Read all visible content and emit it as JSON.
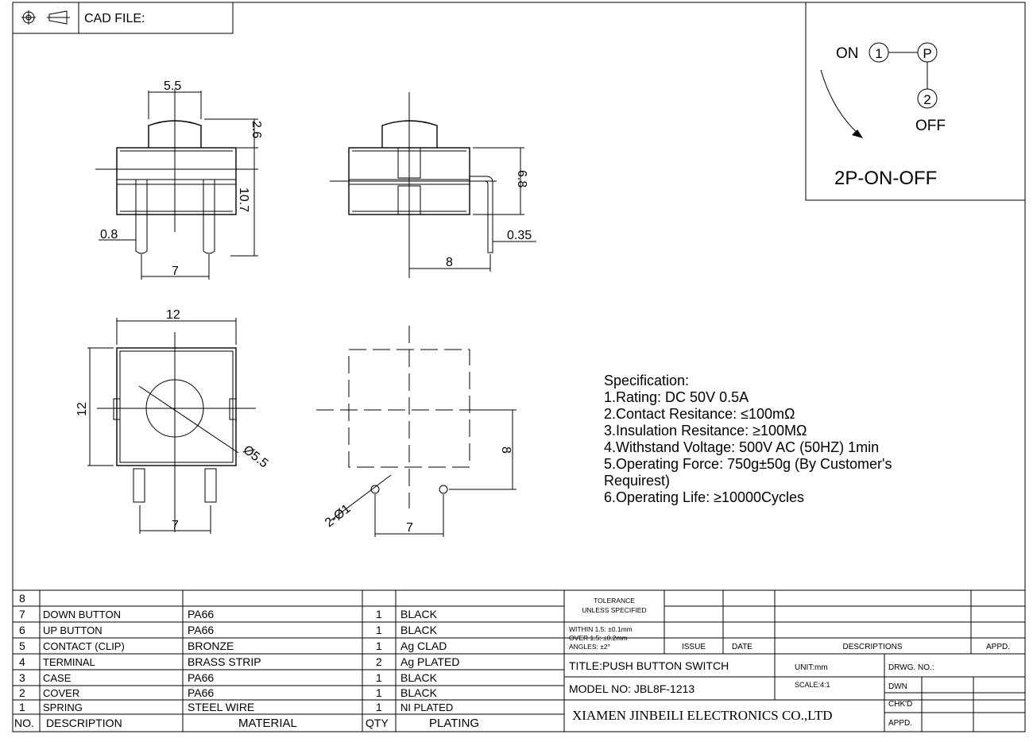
{
  "header": {
    "symbol_label": "CAD FILE:"
  },
  "schematic": {
    "on_label": "ON",
    "pin1": "1",
    "pinP": "P",
    "pin2": "2",
    "off_label": "OFF",
    "type_label": "2P-ON-OFF"
  },
  "dimensions": {
    "front_width": "5.5",
    "front_button_h": "2.6",
    "front_height": "10.7",
    "front_pin_w": "0.8",
    "front_pin_pitch": "7",
    "side_height": "6.8",
    "side_pin_w": "0.35",
    "side_pin_offset": "8",
    "top_width": "12",
    "top_height": "12",
    "top_button_dia": "Ø5.5",
    "top_pin_pitch": "7",
    "pcb_hole": "2-Ø1",
    "pcb_pitch_x": "7",
    "pcb_pitch_y": "8"
  },
  "specification": {
    "title": "Specification:",
    "lines": [
      "1.Rating: DC 50V 0.5A",
      "2.Contact Resitance: ≤100mΩ",
      "3.Insulation Resitance: ≥100MΩ",
      "4.Withstand Voltage: 500V AC (50HZ) 1min",
      "5.Operating Force: 750g±50g (By Customer's",
      "Requirest)",
      "6.Operating Life: ≥10000Cycles"
    ]
  },
  "bom": {
    "rows": [
      {
        "no": "8",
        "desc": "",
        "material": "",
        "qty": "",
        "plating": ""
      },
      {
        "no": "7",
        "desc": "DOWN BUTTON",
        "material": "PA66",
        "qty": "1",
        "plating": "BLACK"
      },
      {
        "no": "6",
        "desc": "UP BUTTON",
        "material": "PA66",
        "qty": "1",
        "plating": "BLACK"
      },
      {
        "no": "5",
        "desc": "CONTACT (CLIP)",
        "material": "BRONZE",
        "qty": "1",
        "plating": "Ag CLAD"
      },
      {
        "no": "4",
        "desc": "TERMINAL",
        "material": "BRASS STRIP",
        "qty": "2",
        "plating": "Ag PLATED"
      },
      {
        "no": "3",
        "desc": "CASE",
        "material": "PA66",
        "qty": "1",
        "plating": "BLACK"
      },
      {
        "no": "2",
        "desc": "COVER",
        "material": "PA66",
        "qty": "1",
        "plating": "BLACK"
      },
      {
        "no": "1",
        "desc": "SPRING",
        "material": "STEEL WIRE",
        "qty": "1",
        "plating": "NI PLATED"
      }
    ],
    "header": {
      "no": "NO.",
      "desc": "DESCRIPTION",
      "material": "MATERIAL",
      "qty": "QTY",
      "plating": "PLATING"
    }
  },
  "titleblock": {
    "tolerance_1": "TOLERANCE",
    "tolerance_2": "UNLESS SPECIFIED",
    "within": "WITHIN 1.5: ±0.1mm",
    "over": "OVER 1.5: ±0.2mm",
    "angles": "ANGLES: ±2°",
    "issue": "ISSUE",
    "date": "DATE",
    "descriptions": "DESCRIPTIONS",
    "appd": "APPD.",
    "title": "TITLE:PUSH BUTTON SWITCH",
    "unit": "UNIT:mm",
    "drwg_no": "DRWG. NO.:",
    "model": "MODEL NO: JBL8F-1213",
    "scale": "SCALE:4:1",
    "dwn": "DWN",
    "chkd": "CHK'D",
    "appd2": "APPD.",
    "company": "XIAMEN JINBEILI ELECTRONICS CO.,LTD"
  }
}
